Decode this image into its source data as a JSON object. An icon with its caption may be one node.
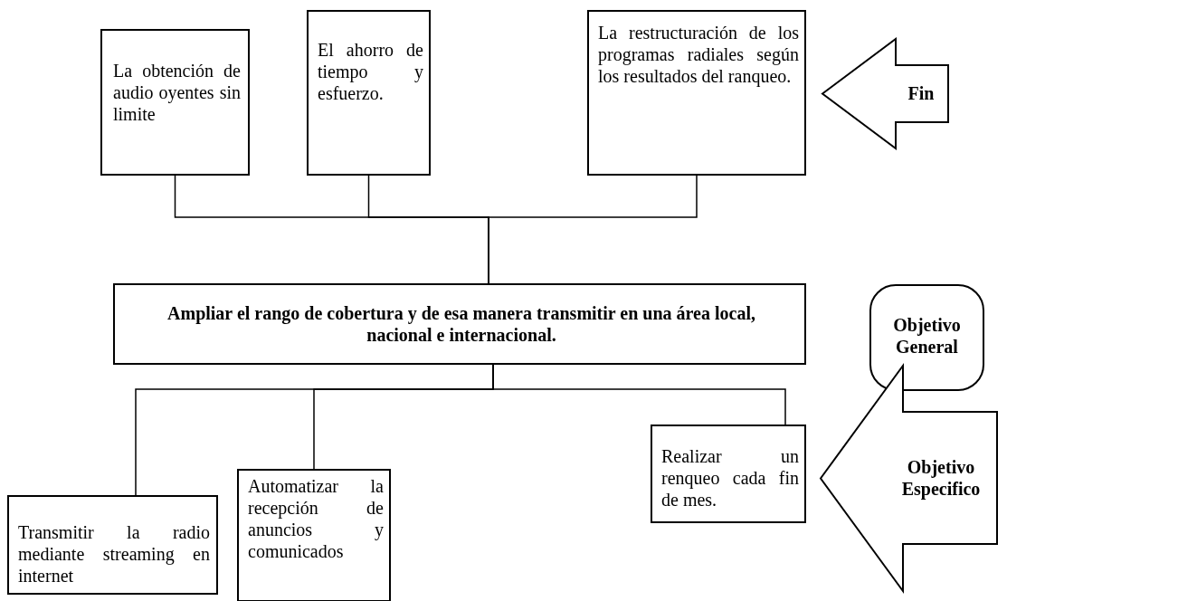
{
  "diagram": {
    "nodes": [
      {
        "text": [
          "La obtención de audio oyentes sin limite"
        ]
      },
      {
        "text": [
          "El ahorro de tiempo y esfuerzo."
        ]
      },
      {
        "text": [
          "La restructuración de los programas radiales según los resultados del ranqueo."
        ]
      },
      {
        "text": [
          "Fin"
        ]
      },
      {
        "text": [
          "Ampliar el rango de cobertura y de esa manera transmitir en una área local, nacional e internacional."
        ]
      },
      {
        "text": [
          "Objetivo General"
        ]
      },
      {
        "text": [
          "Transmitir la radio mediante streaming en internet"
        ]
      },
      {
        "text": [
          "Automatizar la recepción de anuncios y comunicados"
        ]
      },
      {
        "text": [
          "Realizar un renqueo cada fin de mes."
        ]
      },
      {
        "text": [
          "Objetivo Especifico"
        ]
      }
    ],
    "edges": [
      {
        "from": 0,
        "to": 4,
        "arrow": "none"
      },
      {
        "from": 1,
        "to": 4,
        "arrow": "none"
      },
      {
        "from": 2,
        "to": 4,
        "arrow": "none"
      },
      {
        "from": 4,
        "to": 6,
        "arrow": "none"
      },
      {
        "from": 4,
        "to": 7,
        "arrow": "none"
      },
      {
        "from": 4,
        "to": 8,
        "arrow": "none"
      }
    ]
  }
}
